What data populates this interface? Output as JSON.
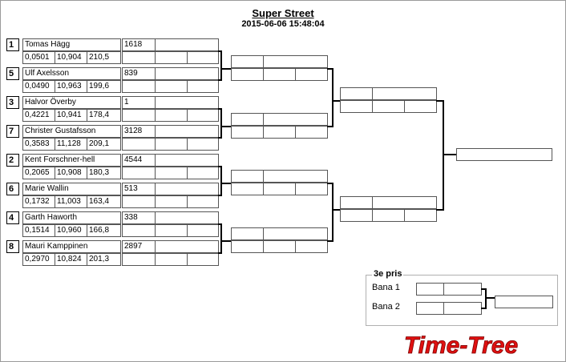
{
  "header": {
    "title": "Super Street",
    "datetime": "2015-06-06 15:48:04"
  },
  "bracket": [
    {
      "seed": "1",
      "name": "Tomas  Hägg",
      "stats": [
        "0,0501",
        "10,904",
        "210,5"
      ],
      "number": "1618"
    },
    {
      "seed": "5",
      "name": "Ulf Axelsson",
      "stats": [
        "0,0490",
        "10,963",
        "199,6"
      ],
      "number": "839"
    },
    {
      "seed": "3",
      "name": "Halvor Överby",
      "stats": [
        "0,4221",
        "10,941",
        "178,4"
      ],
      "number": "1"
    },
    {
      "seed": "7",
      "name": "Christer Gustafsson",
      "stats": [
        "0,3583",
        "11,128",
        "209,1"
      ],
      "number": "3128"
    },
    {
      "seed": "2",
      "name": "Kent Forschner-hell",
      "stats": [
        "0,2065",
        "10,908",
        "180,3"
      ],
      "number": "4544"
    },
    {
      "seed": "6",
      "name": "Marie Wallin",
      "stats": [
        "0,1732",
        "11,003",
        "163,4"
      ],
      "number": "513"
    },
    {
      "seed": "4",
      "name": "Garth Haworth",
      "stats": [
        "0,1514",
        "10,960",
        "166,8"
      ],
      "number": "338"
    },
    {
      "seed": "8",
      "name": "Mauri Kamppinen",
      "stats": [
        "0,2970",
        "10,824",
        "201,3"
      ],
      "number": "2897"
    }
  ],
  "third_place": {
    "title": "3e pris",
    "lane1": "Bana 1",
    "lane2": "Bana 2"
  },
  "brand": {
    "logo_text": "Time-Tree",
    "logo_color": "#e01010"
  }
}
